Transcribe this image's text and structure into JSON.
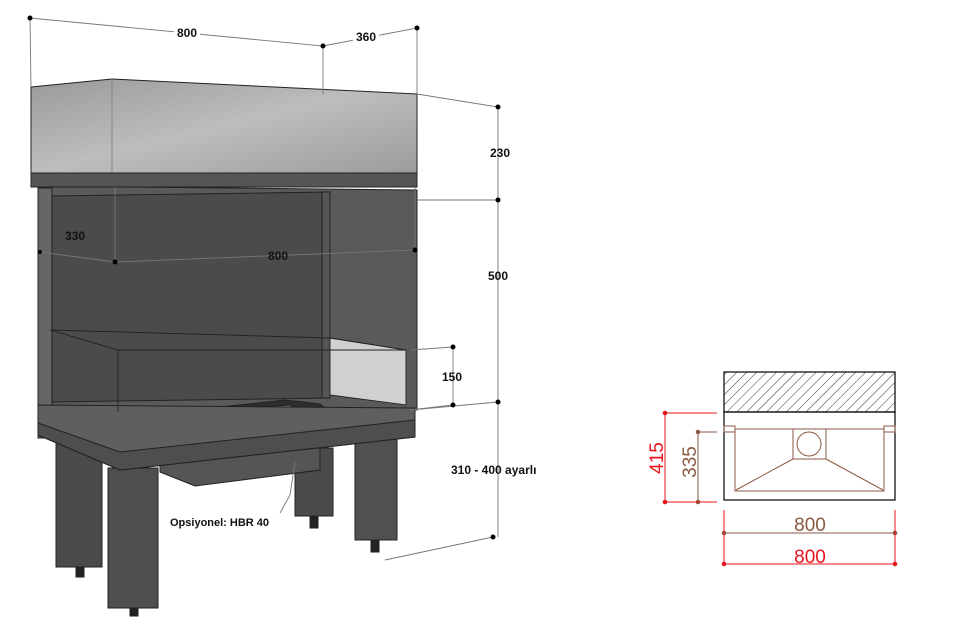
{
  "iso_view": {
    "dimensions": {
      "top_width": "800",
      "top_depth": "360",
      "hood_height": "230",
      "inner_depth": "330",
      "inner_width": "800",
      "opening_height": "500",
      "glass_height": "150",
      "leg_height": "310 - 400 ayarlı"
    },
    "callout": "Opsiyonel: HBR 40"
  },
  "plan_view": {
    "dimensions": {
      "outer_depth": "415",
      "inner_depth": "335",
      "inner_width": "800",
      "outer_width": "800"
    },
    "colors": {
      "outer": "#e8141c",
      "inner": "#8b5a44"
    }
  }
}
